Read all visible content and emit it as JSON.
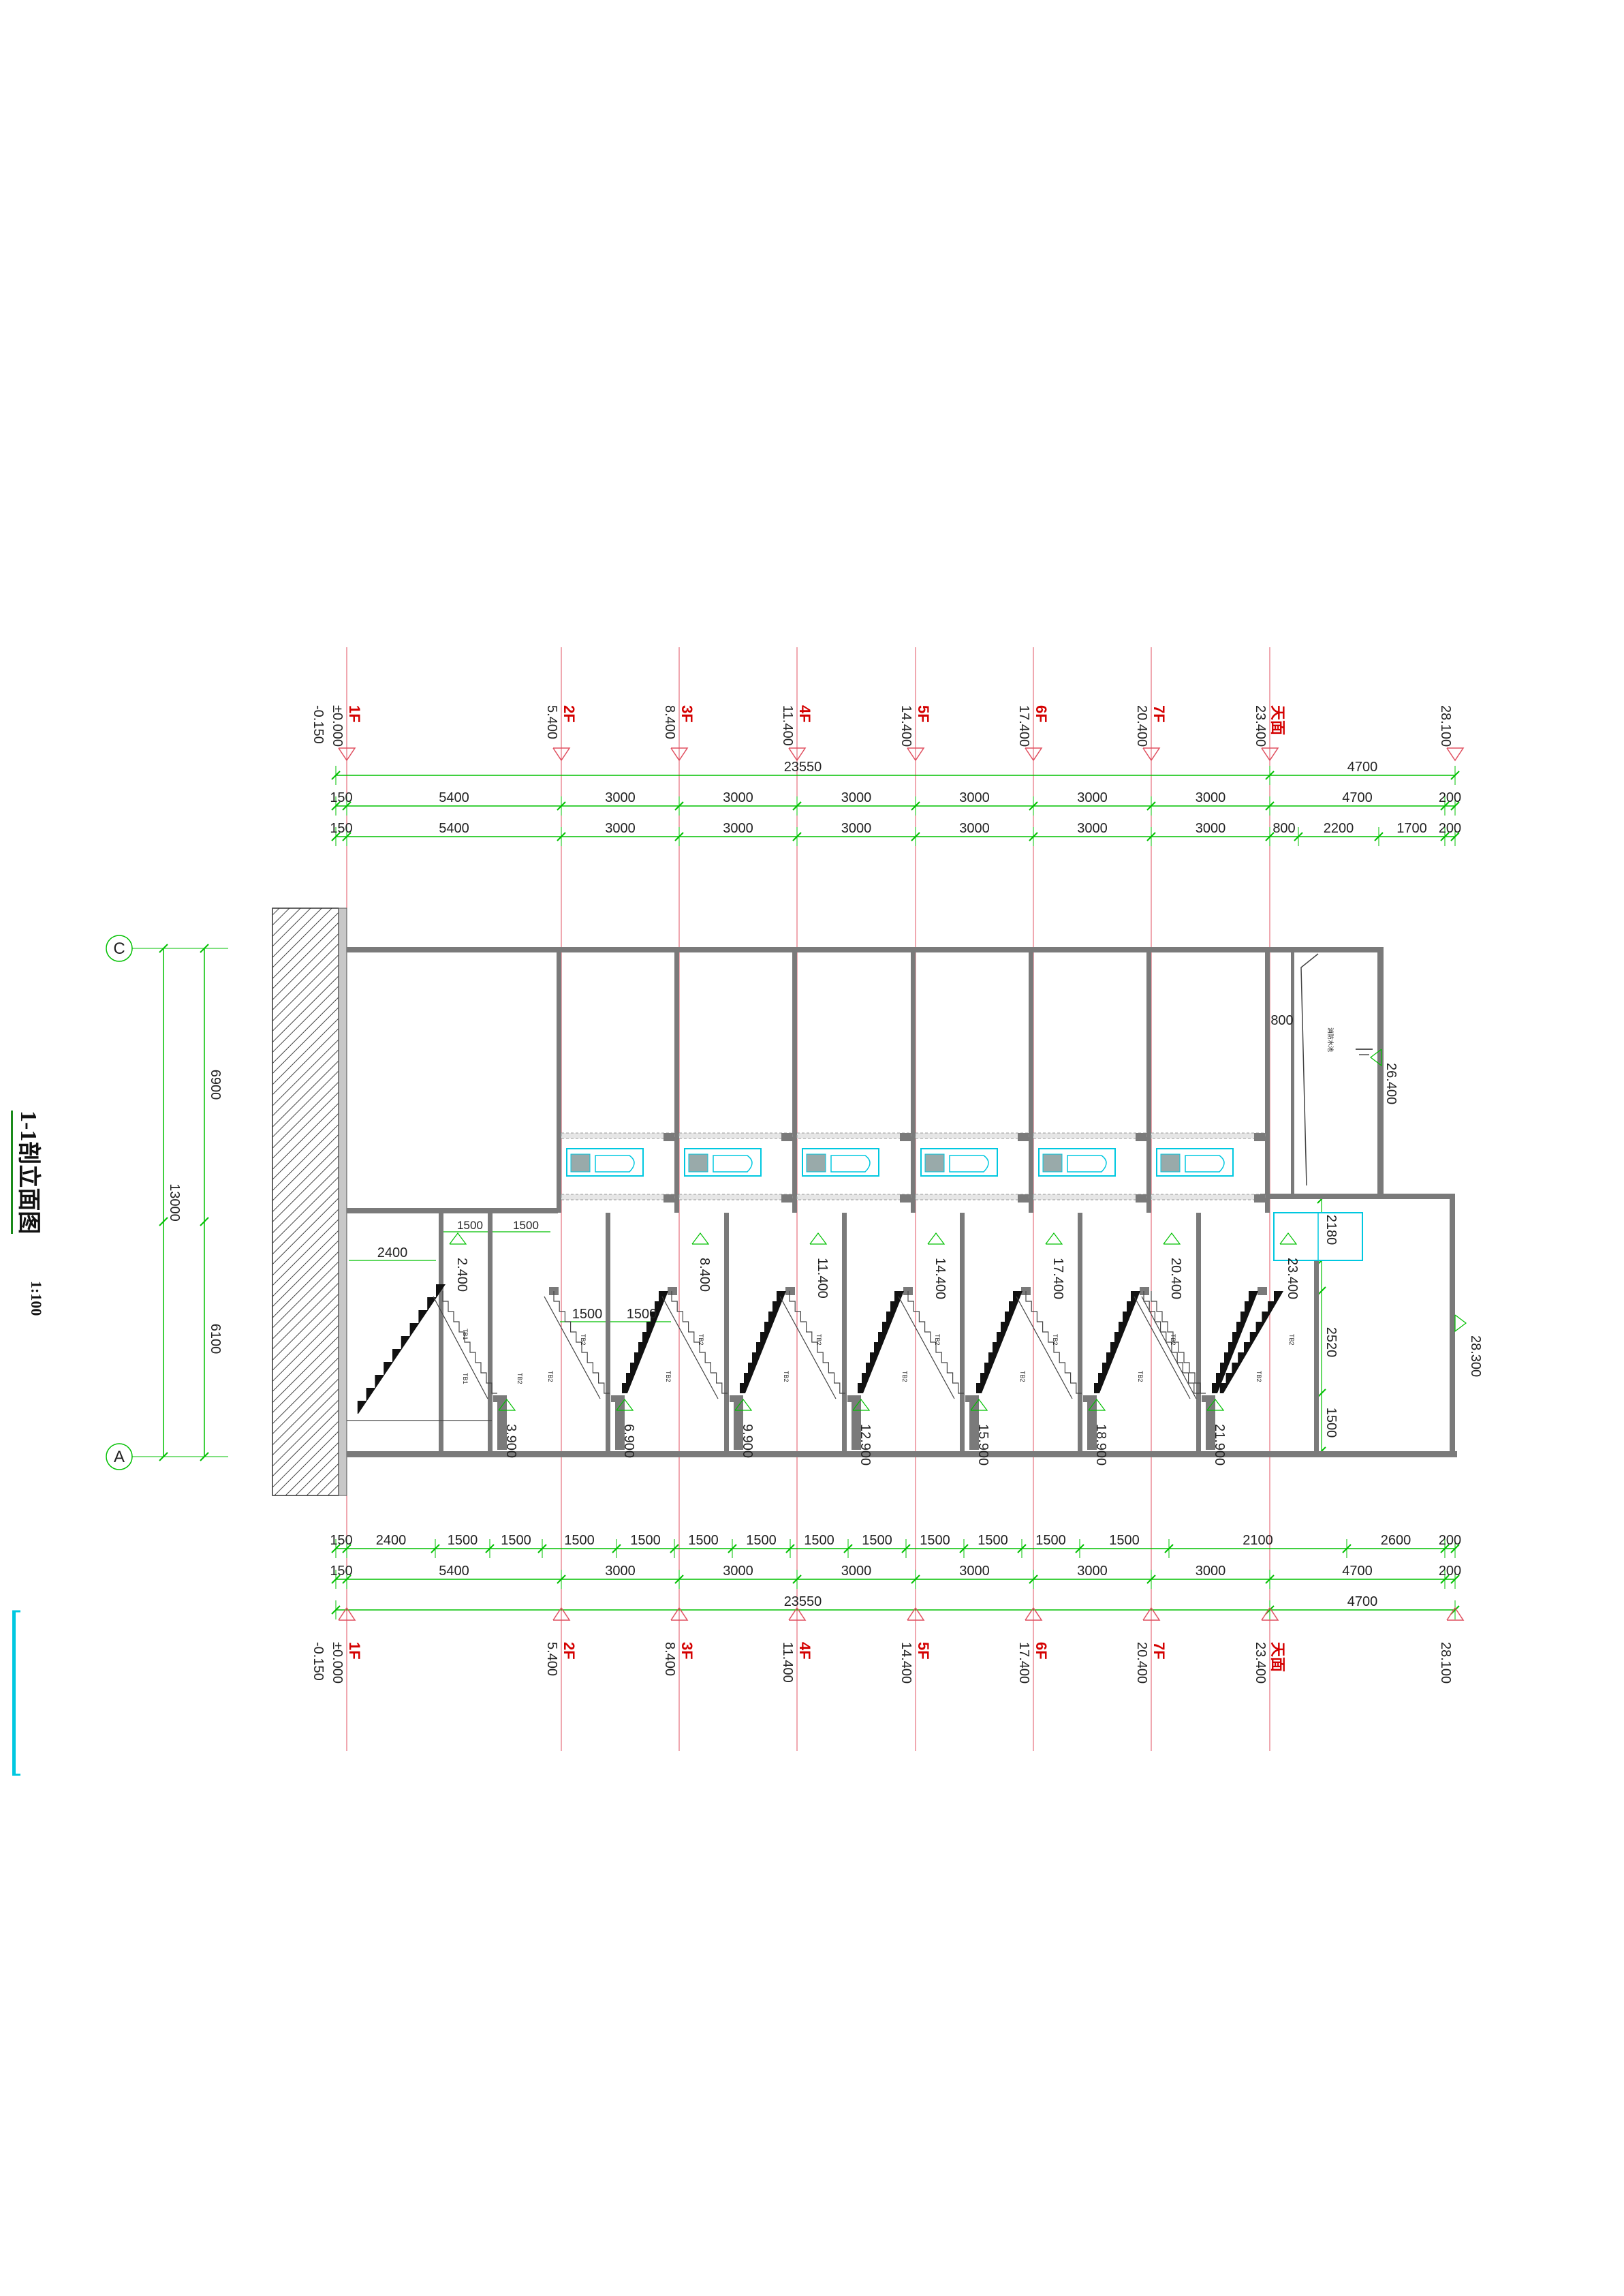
{
  "title": "1-1剖立面图",
  "scale": "1:100",
  "axes": [
    "C",
    "A"
  ],
  "axis_dims": {
    "upper": "6900",
    "total": "13000",
    "lower": "6100"
  },
  "levels": [
    {
      "floor": "1F",
      "elev": "±0.000",
      "sub": "-0.150"
    },
    {
      "floor": "2F",
      "elev": "5.400"
    },
    {
      "floor": "3F",
      "elev": "8.400"
    },
    {
      "floor": "4F",
      "elev": "11.400"
    },
    {
      "floor": "5F",
      "elev": "14.400"
    },
    {
      "floor": "6F",
      "elev": "17.400"
    },
    {
      "floor": "7F",
      "elev": "20.400"
    },
    {
      "floor": "天面",
      "elev": "23.400"
    },
    {
      "floor": "",
      "elev": "28.100"
    }
  ],
  "top_dims": {
    "overall": [
      "23550",
      "4700"
    ],
    "row1": [
      "150",
      "5400",
      "3000",
      "3000",
      "3000",
      "3000",
      "3000",
      "3000",
      "4700",
      "200"
    ],
    "row2": [
      "150",
      "5400",
      "3000",
      "3000",
      "3000",
      "3000",
      "3000",
      "3000",
      "800",
      "2200",
      "1700",
      "200"
    ]
  },
  "bottom_dims": {
    "row1": [
      "150",
      "2400",
      "1500",
      "1500",
      "1500",
      "1500",
      "1500",
      "1500",
      "1500",
      "1500",
      "1500",
      "1500",
      "1500",
      "1500",
      "2100",
      "2600",
      "200"
    ],
    "row2": [
      "150",
      "5400",
      "3000",
      "3000",
      "3000",
      "3000",
      "3000",
      "3000",
      "4700",
      "200"
    ],
    "overall": [
      "23550",
      "4700"
    ]
  },
  "interior": {
    "landing_upper": [
      "2.400",
      "8.400",
      "11.400",
      "14.400",
      "17.400",
      "20.400",
      "23.400"
    ],
    "landing_lower": [
      "3.900",
      "6.900",
      "9.900",
      "12.900",
      "15.900",
      "18.900",
      "21.900"
    ],
    "dims": [
      "2400",
      "1500",
      "1500",
      "1500",
      "1500",
      "800",
      "2180",
      "2520",
      "1500"
    ],
    "roof_elev": [
      "26.400",
      "28.300"
    ],
    "stair_tags": [
      "TB1",
      "TB2"
    ],
    "tank_label": "消防水池"
  },
  "colors": {
    "dim": "#00c000",
    "axis": "#e05060",
    "wall": "#7a7a7a",
    "floor_label": "#d40000",
    "window": "#00c8e0"
  }
}
